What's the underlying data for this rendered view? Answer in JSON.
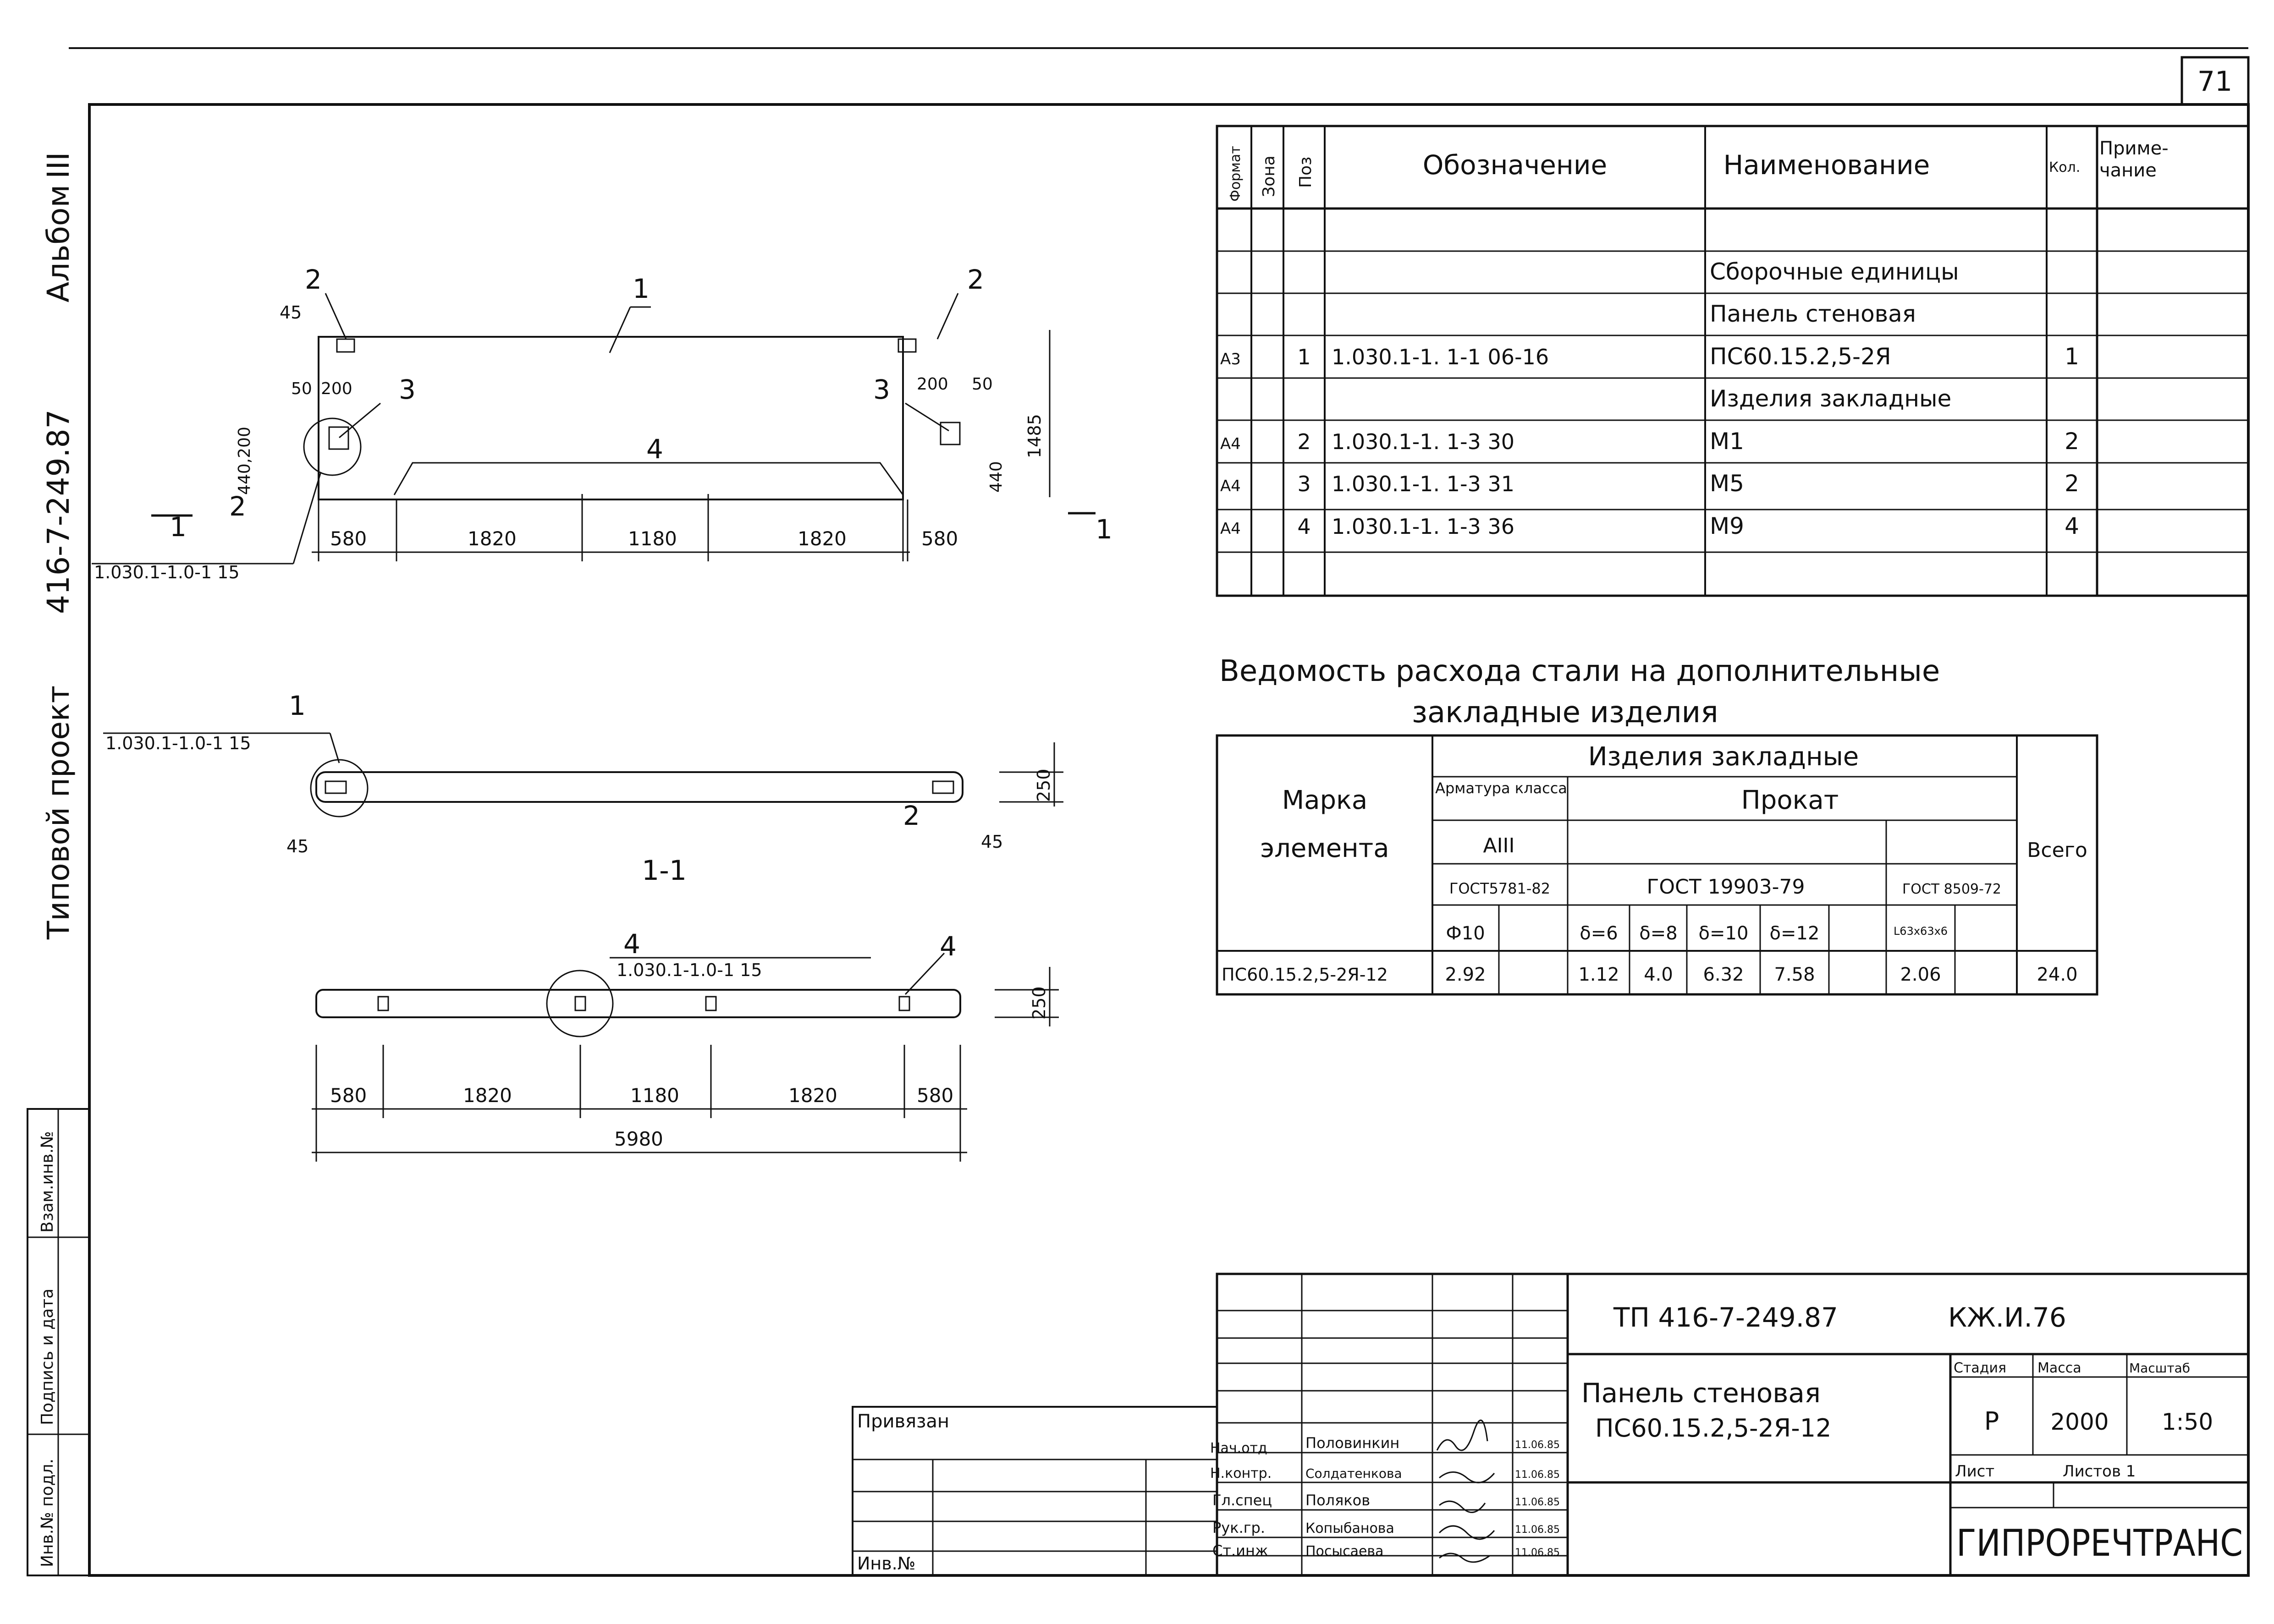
{
  "sheet_number": "71",
  "side_labels": {
    "album": "Альбом",
    "album_num": "III",
    "project_code": "416-7-249.87",
    "project_type": "Типовой проект"
  },
  "left_strip": {
    "inv_podl": "Инв.№ подл.",
    "sign_date": "Подпись и дата",
    "vzam": "Взам.инв.№"
  },
  "drawing": {
    "plan_dims": [
      "580",
      "1820",
      "1180",
      "1820",
      "580"
    ],
    "plan_side": {
      "d45": "45",
      "d50a": "50",
      "d200a": "200",
      "d200b": "200",
      "d50b": "50",
      "d440_200": "440,200",
      "d440": "440",
      "d1485": "1485"
    },
    "callouts": [
      "1",
      "2",
      "2",
      "3",
      "3",
      "4",
      "2"
    ],
    "section_mark": "1",
    "node_ref_1": "1.030.1-1.0-1 15",
    "node_ref_2": "1.030.1-1.0-1 15",
    "node_ref_3": "1.030.1-1.0-1 15",
    "section_title": "1-1",
    "section_dims": {
      "d45a": "45",
      "d45b": "45",
      "d250": "250",
      "c1": "1",
      "c2": "2"
    },
    "bottom_dims": [
      "580",
      "1820",
      "1180",
      "1820",
      "580"
    ],
    "bottom_total": "5980",
    "bottom_height": "250",
    "bottom_callouts": [
      "4",
      "4"
    ]
  },
  "spec": {
    "headers": [
      "Формат",
      "Зона",
      "Поз",
      "Обозначение",
      "Наименование",
      "Кол.",
      "Приме-чание"
    ],
    "rows": [
      {
        "fmt": "",
        "pos": "",
        "code": "",
        "name": "Сборочные единицы",
        "qty": ""
      },
      {
        "fmt": "",
        "pos": "",
        "code": "",
        "name": "Панель стеновая",
        "qty": ""
      },
      {
        "fmt": "А3",
        "pos": "1",
        "code": "1.030.1-1. 1-1 06-16",
        "name": "ПС60.15.2,5-2Я",
        "qty": "1"
      },
      {
        "fmt": "",
        "pos": "",
        "code": "",
        "name": "Изделия закладные",
        "qty": ""
      },
      {
        "fmt": "А4",
        "pos": "2",
        "code": "1.030.1-1. 1-3 30",
        "name": "М1",
        "qty": "2"
      },
      {
        "fmt": "А4",
        "pos": "3",
        "code": "1.030.1-1. 1-3 31",
        "name": "М5",
        "qty": "2"
      },
      {
        "fmt": "А4",
        "pos": "4",
        "code": "1.030.1-1. 1-3 36",
        "name": "М9",
        "qty": "4"
      }
    ]
  },
  "steel": {
    "title_line1": "Ведомость расхода стали на дополнительные",
    "title_line2": "закладные изделия",
    "mark_header_1": "Марка",
    "mark_header_2": "элемента",
    "group_header": "Изделия закладные",
    "arm_header": "Арматура класса",
    "prokat": "Прокат",
    "arm_class": "АIII",
    "total_header": "Всего",
    "gost_arm": "ГОСТ5781-82",
    "gost_prokat": "ГОСТ 19903-79",
    "gost_angle": "ГОСТ 8509-72",
    "cols": [
      "Ф10",
      "",
      "δ=6",
      "δ=8",
      "δ=10",
      "δ=12",
      "",
      "L63x63x6",
      ""
    ],
    "row": {
      "mark": "ПС60.15.2,5-2Я-12",
      "values": [
        "2.92",
        "",
        "1.12",
        "4.0",
        "6.32",
        "7.58",
        "",
        "2.06",
        ""
      ],
      "total": "24.0"
    }
  },
  "stamp": {
    "project": "ТП 416-7-249.87",
    "doc_code": "КЖ.И.76",
    "title_line1": "Панель стеновая",
    "title_line2": "ПС60.15.2,5-2Я-12",
    "stage_label": "Стадия",
    "mass_label": "Масса",
    "scale_label": "Масштаб",
    "stage": "Р",
    "mass": "2000",
    "scale": "1:50",
    "sheet_label": "Лист",
    "sheets_label": "Листов 1",
    "org": "ГИПРОРЕЧТРАНС",
    "privyazan": "Привязан",
    "inv_no": "Инв.№",
    "people": [
      {
        "role": "Нач.отд",
        "name": "Половинкин",
        "date": "11.06.85"
      },
      {
        "role": "Н.контр.",
        "name": "Солдатенкова",
        "date": "11.06.85"
      },
      {
        "role": "Гл.спец",
        "name": "Поляков",
        "date": "11.06.85"
      },
      {
        "role": "Рук.гр.",
        "name": "Копыбанова",
        "date": "11.06.85"
      },
      {
        "role": "Ст.инж",
        "name": "Посысаева",
        "date": "11.06.85"
      }
    ]
  }
}
